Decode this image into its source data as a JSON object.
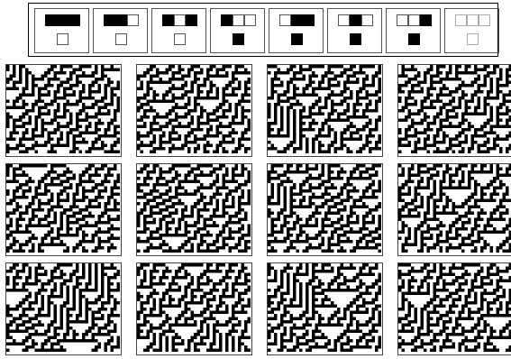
{
  "rule_icon": {
    "cases": [
      {
        "neighborhood": [
          1,
          1,
          1
        ],
        "output": 0
      },
      {
        "neighborhood": [
          1,
          1,
          0
        ],
        "output": 0
      },
      {
        "neighborhood": [
          1,
          0,
          1
        ],
        "output": 0
      },
      {
        "neighborhood": [
          1,
          0,
          0
        ],
        "output": 1
      },
      {
        "neighborhood": [
          0,
          1,
          1
        ],
        "output": 1
      },
      {
        "neighborhood": [
          0,
          1,
          0
        ],
        "output": 1
      },
      {
        "neighborhood": [
          0,
          0,
          1
        ],
        "output": 1
      },
      {
        "neighborhood": [
          0,
          0,
          0
        ],
        "output": 0
      }
    ],
    "colors": {
      "on": "#000000",
      "off": "#ffffff",
      "border": "#555555"
    }
  },
  "panels": {
    "rows": 3,
    "columns": 4,
    "cell_color": "#000000",
    "background": "#ffffff"
  }
}
